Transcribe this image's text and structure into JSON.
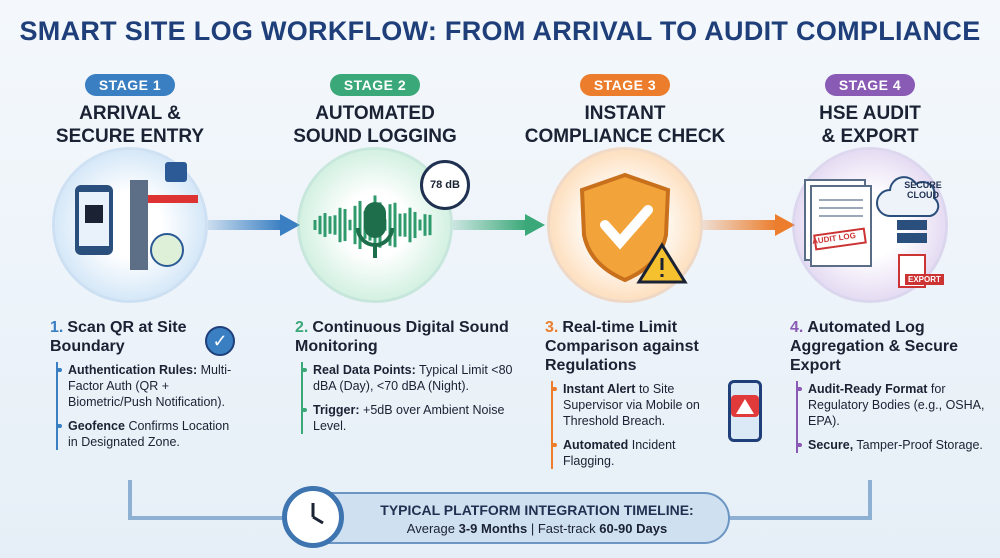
{
  "title": "SMART SITE LOG WORKFLOW: FROM ARRIVAL TO AUDIT COMPLIANCE",
  "stages": [
    {
      "badge": "STAGE 1",
      "title_l1": "ARRIVAL &",
      "title_l2": "SECURE ENTRY",
      "color": "#3a7fc2",
      "num": "1.",
      "heading": "Scan QR at Site Boundary",
      "items": [
        {
          "bold": "Authentication Rules:",
          "text": " Multi-Factor Auth (QR + Biometric/Push Notification)."
        },
        {
          "bold": "Geofence",
          "text": " Confirms Location in Designated Zone."
        }
      ]
    },
    {
      "badge": "STAGE 2",
      "title_l1": "AUTOMATED",
      "title_l2": "SOUND LOGGING",
      "color": "#3aa878",
      "num": "2.",
      "heading": "Continuous Digital Sound Monitoring",
      "gauge": "78 dB",
      "items": [
        {
          "bold": "Real Data Points:",
          "text": " Typical Limit <80 dBA (Day), <70 dBA (Night)."
        },
        {
          "bold": "Trigger:",
          "text": " +5dB over Ambient Noise Level."
        }
      ]
    },
    {
      "badge": "STAGE 3",
      "title_l1": "INSTANT",
      "title_l2": "COMPLIANCE CHECK",
      "color": "#ec7d2c",
      "num": "3.",
      "heading": "Real-time Limit Comparison against Regulations",
      "items": [
        {
          "bold": "Instant Alert",
          "text": " to Site Supervisor via Mobile on Threshold Breach."
        },
        {
          "bold": "Automated",
          "text": " Incident Flagging."
        }
      ]
    },
    {
      "badge": "STAGE 4",
      "title_l1": "HSE AUDIT",
      "title_l2": "& EXPORT",
      "color": "#8a5bb5",
      "num": "4.",
      "heading": "Automated Log Aggregation & Secure Export",
      "cloud": "SECURE CLOUD",
      "audit": "AUDIT LOG",
      "export": "EXPORT",
      "items": [
        {
          "bold": "Audit-Ready Format",
          "text": " for Regulatory Bodies (e.g., OSHA, EPA)."
        },
        {
          "bold": "Secure,",
          "text": " Tamper-Proof Storage."
        }
      ]
    }
  ],
  "timeline": {
    "heading": "TYPICAL PLATFORM INTEGRATION TIMELINE:",
    "avg_label": "Average ",
    "avg": "3-9 Months",
    "sep": " | ",
    "fast_label": "Fast-track ",
    "fast": "60-90 Days"
  }
}
